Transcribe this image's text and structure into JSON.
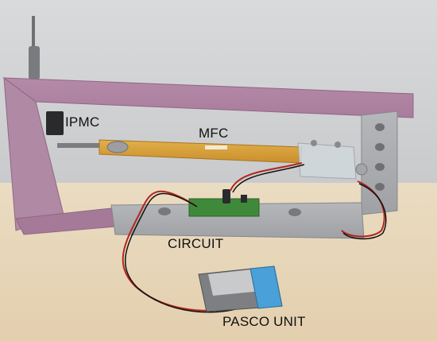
{
  "labels": {
    "ipmc": "IPMC",
    "mfc": "MFC",
    "circuit": "CIRCUIT",
    "pasco": "PASCO UNIT"
  }
}
